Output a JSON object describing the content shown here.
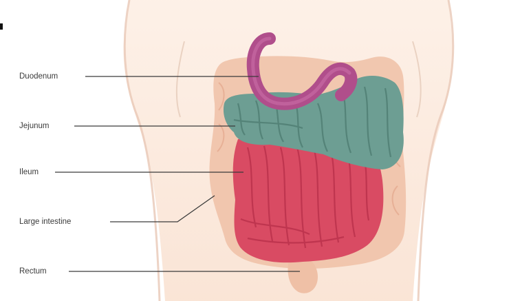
{
  "labels": [
    {
      "id": "duodenum",
      "text": "Duodenum"
    },
    {
      "id": "jejunum",
      "text": "Jejunum"
    },
    {
      "id": "ileum",
      "text": "Ileum"
    },
    {
      "id": "large-intestine",
      "text": "Large intestine"
    },
    {
      "id": "rectum",
      "text": "Rectum"
    }
  ],
  "colors": {
    "skin": "#fbe6d6",
    "body_outline": "#e7c5b3",
    "large_intestine": "#efc0a6",
    "duodenum": "#b04e8b",
    "jejunum": "#6d9e93",
    "ileum": "#d94b63",
    "leader_line": "#3a3a3a"
  }
}
